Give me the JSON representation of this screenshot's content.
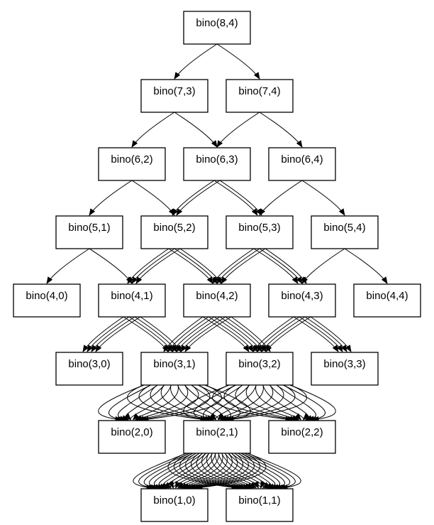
{
  "colors": {
    "background": "#ffffff",
    "stroke": "#000000",
    "text": "#000000"
  },
  "nodes": [
    {
      "id": "8,4",
      "label": "bino(8,4)"
    },
    {
      "id": "7,3",
      "label": "bino(7,3)"
    },
    {
      "id": "7,4",
      "label": "bino(7,4)"
    },
    {
      "id": "6,2",
      "label": "bino(6,2)"
    },
    {
      "id": "6,3",
      "label": "bino(6,3)"
    },
    {
      "id": "6,4",
      "label": "bino(6,4)"
    },
    {
      "id": "5,1",
      "label": "bino(5,1)"
    },
    {
      "id": "5,2",
      "label": "bino(5,2)"
    },
    {
      "id": "5,3",
      "label": "bino(5,3)"
    },
    {
      "id": "5,4",
      "label": "bino(5,4)"
    },
    {
      "id": "4,0",
      "label": "bino(4,0)"
    },
    {
      "id": "4,1",
      "label": "bino(4,1)"
    },
    {
      "id": "4,2",
      "label": "bino(4,2)"
    },
    {
      "id": "4,3",
      "label": "bino(4,3)"
    },
    {
      "id": "4,4",
      "label": "bino(4,4)"
    },
    {
      "id": "3,0",
      "label": "bino(3,0)"
    },
    {
      "id": "3,1",
      "label": "bino(3,1)"
    },
    {
      "id": "3,2",
      "label": "bino(3,2)"
    },
    {
      "id": "3,3",
      "label": "bino(3,3)"
    },
    {
      "id": "2,0",
      "label": "bino(2,0)"
    },
    {
      "id": "2,1",
      "label": "bino(2,1)"
    },
    {
      "id": "2,2",
      "label": "bino(2,2)"
    },
    {
      "id": "1,0",
      "label": "bino(1,0)"
    },
    {
      "id": "1,1",
      "label": "bino(1,1)"
    }
  ],
  "edges": [
    {
      "from": "8,4",
      "to": "7,3",
      "count": 1
    },
    {
      "from": "8,4",
      "to": "7,4",
      "count": 1
    },
    {
      "from": "7,3",
      "to": "6,2",
      "count": 1
    },
    {
      "from": "7,3",
      "to": "6,3",
      "count": 1
    },
    {
      "from": "7,4",
      "to": "6,3",
      "count": 1
    },
    {
      "from": "7,4",
      "to": "6,4",
      "count": 1
    },
    {
      "from": "6,2",
      "to": "5,1",
      "count": 1
    },
    {
      "from": "6,2",
      "to": "5,2",
      "count": 1
    },
    {
      "from": "6,3",
      "to": "5,2",
      "count": 2
    },
    {
      "from": "6,3",
      "to": "5,3",
      "count": 2
    },
    {
      "from": "6,4",
      "to": "5,3",
      "count": 1
    },
    {
      "from": "6,4",
      "to": "5,4",
      "count": 1
    },
    {
      "from": "5,1",
      "to": "4,0",
      "count": 1
    },
    {
      "from": "5,1",
      "to": "4,1",
      "count": 1
    },
    {
      "from": "5,2",
      "to": "4,1",
      "count": 3
    },
    {
      "from": "5,2",
      "to": "4,2",
      "count": 3
    },
    {
      "from": "5,3",
      "to": "4,2",
      "count": 3
    },
    {
      "from": "5,3",
      "to": "4,3",
      "count": 3
    },
    {
      "from": "5,4",
      "to": "4,3",
      "count": 1
    },
    {
      "from": "5,4",
      "to": "4,4",
      "count": 1
    },
    {
      "from": "4,1",
      "to": "3,0",
      "count": 4
    },
    {
      "from": "4,1",
      "to": "3,1",
      "count": 4
    },
    {
      "from": "4,2",
      "to": "3,1",
      "count": 6
    },
    {
      "from": "4,2",
      "to": "3,2",
      "count": 6
    },
    {
      "from": "4,3",
      "to": "3,2",
      "count": 4
    },
    {
      "from": "4,3",
      "to": "3,3",
      "count": 4
    },
    {
      "from": "3,1",
      "to": "2,0",
      "count": 10
    },
    {
      "from": "3,1",
      "to": "2,1",
      "count": 10
    },
    {
      "from": "3,2",
      "to": "2,1",
      "count": 10
    },
    {
      "from": "3,2",
      "to": "2,2",
      "count": 10
    },
    {
      "from": "2,1",
      "to": "1,0",
      "count": 20
    },
    {
      "from": "2,1",
      "to": "1,1",
      "count": 20
    }
  ]
}
